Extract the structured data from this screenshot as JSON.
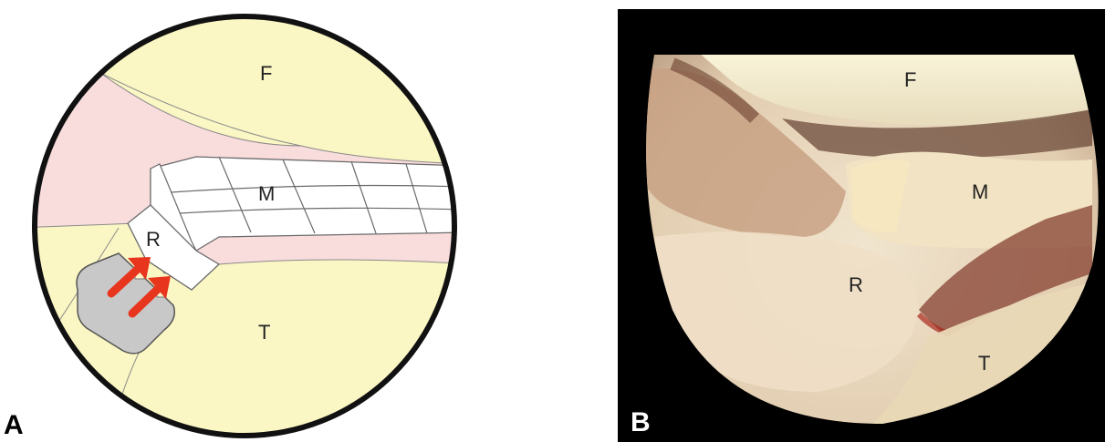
{
  "figure": {
    "panel_a": {
      "letter": "A",
      "labels": {
        "femur": "F",
        "meniscus": "M",
        "root": "R",
        "tibia": "T"
      }
    },
    "panel_b": {
      "letter": "B",
      "labels": {
        "femur": "F",
        "meniscus": "M",
        "root": "R",
        "tibia": "T"
      }
    }
  },
  "colors": {
    "bone_yellow": "#fbf7c4",
    "soft_tissue_pink": "#f9dcdc",
    "meniscus_white": "#ffffff",
    "implant_gray": "#c8c8c8",
    "arrow_red": "#e8351e",
    "scope_black": "#000000"
  }
}
